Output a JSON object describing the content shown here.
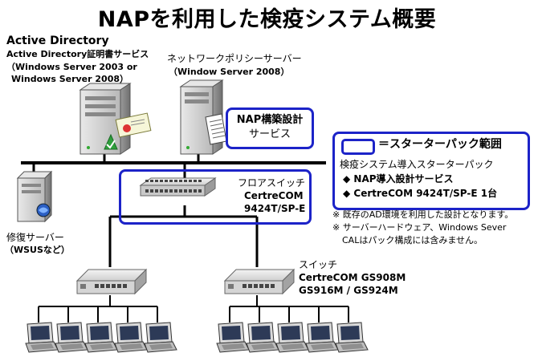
{
  "title": "NAPを利用した検疫システム概要",
  "ad": {
    "name": "Active Directory",
    "service": "Active Directory証明書サービス",
    "os_line1": "（Windows Server 2003  or",
    "os_line2": "Windows Server 2008）"
  },
  "nps": {
    "name": "ネットワークポリシーサーバー",
    "os": "（Window Server 2008）"
  },
  "nap_service": {
    "line1": "NAP構築設計",
    "line2": "サービス"
  },
  "remediation": {
    "line1": "修復サーバー",
    "line2": "（WSUSなど）"
  },
  "floor_switch": {
    "label": "フロアスイッチ",
    "brand": "CertreCOM",
    "model": "9424T/SP-E"
  },
  "edge_switch": {
    "label": "スイッチ",
    "model1": "CertreCOM GS908M",
    "model2": "GS916M / GS924M"
  },
  "legend": {
    "title": "＝スターターパック範囲",
    "heading": "検疫システム導入スターターパック",
    "item1": "◆ NAP導入設計サービス",
    "item2": "◆ CertreCOM 9424T/SP-E  1台"
  },
  "notes": {
    "note1": "※ 既存のAD環境を利用した設計となります。",
    "note2a": "※ サーバーハードウェア、Windows Sever",
    "note2b": "CALはパック構成には含みません。"
  },
  "colors": {
    "accent_blue": "#1c23c8",
    "line_black": "#000000"
  }
}
